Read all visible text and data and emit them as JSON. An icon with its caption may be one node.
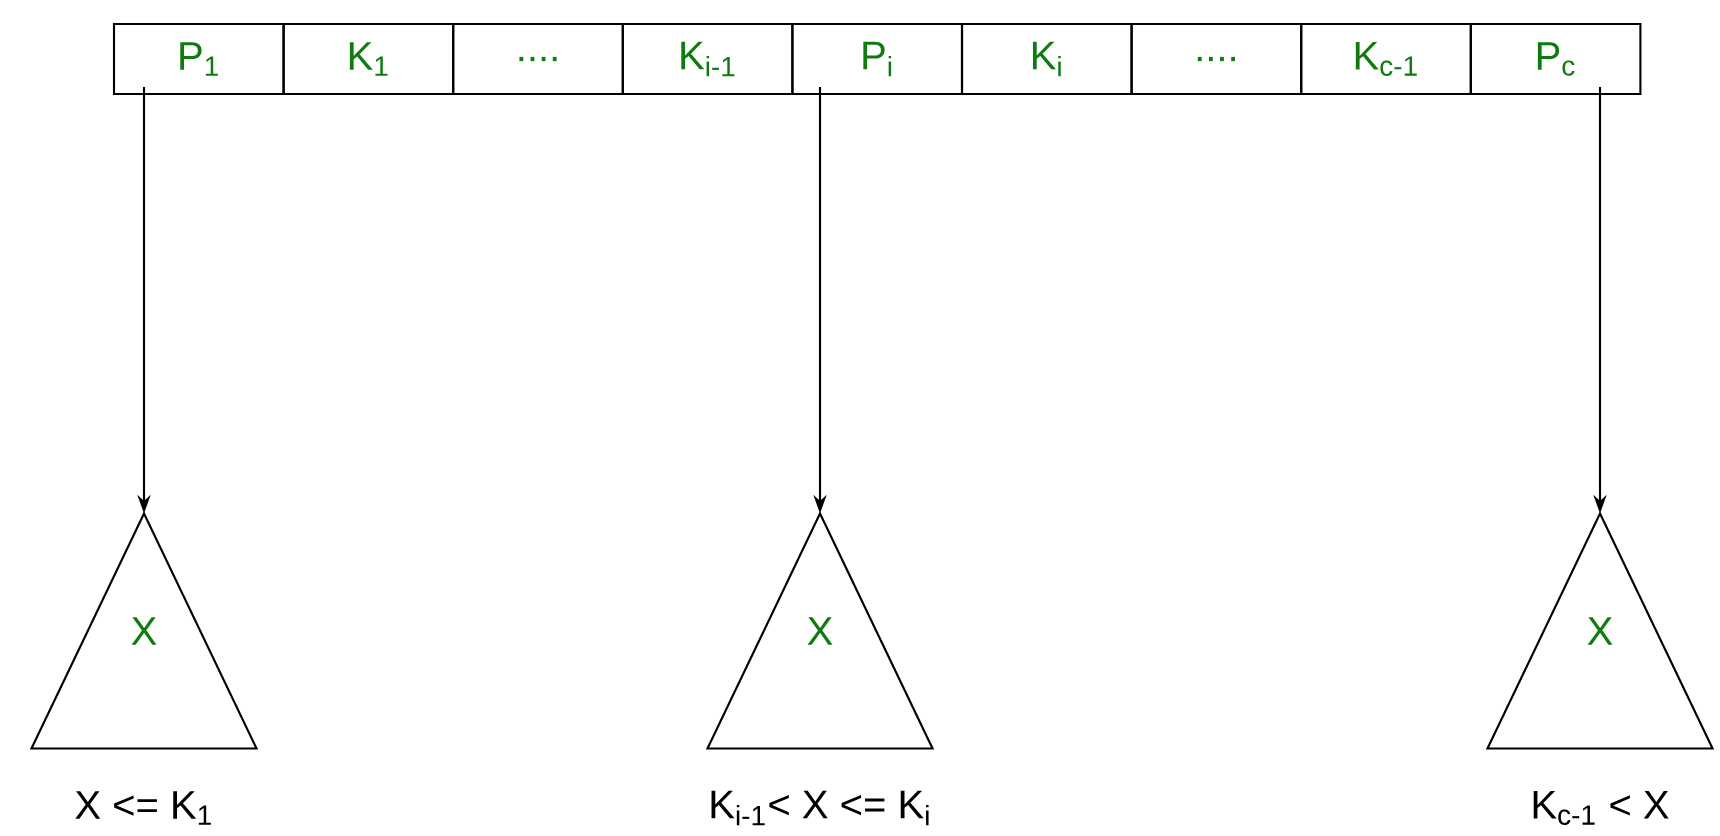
{
  "diagram": {
    "nodes": [
      {
        "text": [
          "P$_{1}$"
        ]
      },
      {
        "text": [
          "K$_{1}$"
        ]
      },
      {
        "text": [
          "...."
        ]
      },
      {
        "text": [
          "K$_{i-1}$"
        ]
      },
      {
        "text": [
          "P$_{i}$"
        ]
      },
      {
        "text": [
          "K$_{i}$"
        ]
      },
      {
        "text": [
          "...."
        ]
      },
      {
        "text": [
          "K$_{c-1}$"
        ]
      },
      {
        "text": [
          "P$_{c}$"
        ]
      },
      {
        "text": [
          "X"
        ],
        "beside": [
          "X <= K$_{1}$"
        ]
      },
      {
        "text": [
          "X"
        ],
        "beside": [
          "K$_{i-1}$< X <= K$_{i}$"
        ]
      },
      {
        "text": [
          "X"
        ],
        "beside": [
          "K$_{c-1}$ < X"
        ]
      }
    ],
    "edges": [
      {
        "from": 0,
        "to": 9,
        "arrow": "to"
      },
      {
        "from": 4,
        "to": 10,
        "arrow": "to"
      },
      {
        "from": 8,
        "to": 11,
        "arrow": "to"
      }
    ]
  }
}
